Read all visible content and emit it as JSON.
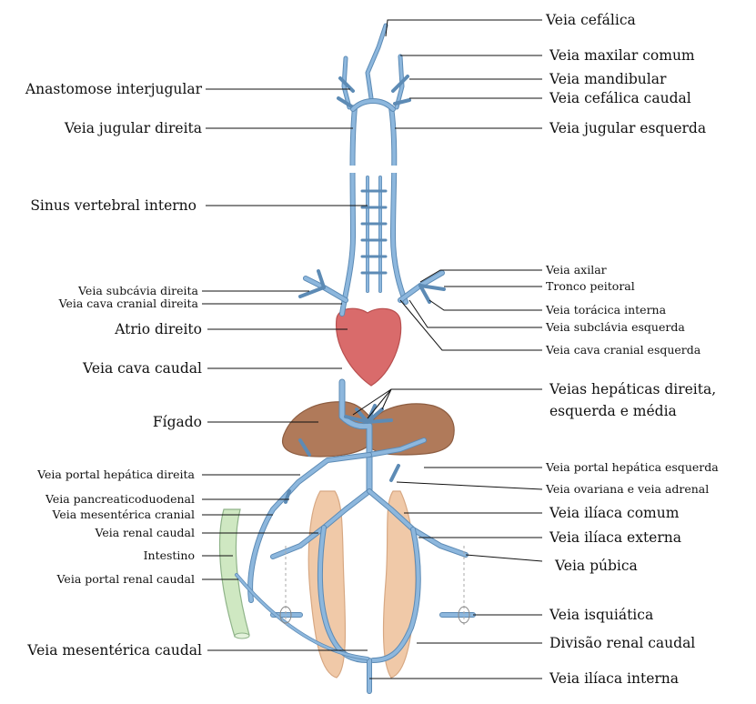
{
  "colors": {
    "vein": "#b9d6ee",
    "vein_outline": "#5d8bb5",
    "heart": "#d96b6b",
    "liver": "#b07a5a",
    "kidney_tract": "#f0c9a8",
    "intestine": "#cfe8c2",
    "leader_line": "#111111"
  },
  "labels_left": [
    {
      "key": "anastomose",
      "text": "Anastomose interjugular"
    },
    {
      "key": "jugular_dir",
      "text": "Veia jugular direita"
    },
    {
      "key": "sinus",
      "text": "Sinus vertebral interno"
    },
    {
      "key": "subclavia_dir",
      "text": "Veia subcávia direita"
    },
    {
      "key": "cava_cranial_dir",
      "text": "Veia cava cranial direita"
    },
    {
      "key": "atrio",
      "text": "Atrio direito"
    },
    {
      "key": "cava_caudal",
      "text": "Veia cava caudal"
    },
    {
      "key": "figado",
      "text": "Fígado"
    },
    {
      "key": "portal_hep_dir",
      "text": "Veia portal hepática direita"
    },
    {
      "key": "pancreatico",
      "text": "Veia pancreaticoduodenal"
    },
    {
      "key": "mesenterica_cran",
      "text": "Veia mesentérica cranial"
    },
    {
      "key": "renal_caudal",
      "text": "Veia renal caudal"
    },
    {
      "key": "intestino",
      "text": "Intestino"
    },
    {
      "key": "portal_renal",
      "text": "Veia portal renal caudal"
    },
    {
      "key": "mesenterica_caud",
      "text": "Veia mesentérica caudal"
    }
  ],
  "labels_right": [
    {
      "key": "cefalica",
      "text": "Veia cefálica"
    },
    {
      "key": "maxilar",
      "text": "Veia maxilar comum"
    },
    {
      "key": "mandibular",
      "text": "Veia mandibular"
    },
    {
      "key": "cefalica_caud",
      "text": "Veia cefálica caudal"
    },
    {
      "key": "jugular_esq",
      "text": "Veia jugular esquerda"
    },
    {
      "key": "axilar",
      "text": "Veia axilar"
    },
    {
      "key": "tronco",
      "text": "Tronco peitoral"
    },
    {
      "key": "toracica",
      "text": "Veia torácica interna"
    },
    {
      "key": "subclavia_esq",
      "text": "Veia subclávia esquerda"
    },
    {
      "key": "cava_cranial_esq",
      "text": "Veia cava cranial esquerda"
    },
    {
      "key": "hepaticas_1",
      "text": "Veias hepáticas direita,"
    },
    {
      "key": "hepaticas_2",
      "text": "esquerda e média"
    },
    {
      "key": "portal_hep_esq",
      "text": "Veia portal hepática esquerda"
    },
    {
      "key": "ovariana",
      "text": "Veia ovariana e veia adrenal"
    },
    {
      "key": "iliaca_comum",
      "text": "Veia ilíaca comum"
    },
    {
      "key": "iliaca_ext",
      "text": "Veia ilíaca externa"
    },
    {
      "key": "pubica",
      "text": "Veia púbica"
    },
    {
      "key": "isquiatica",
      "text": "Veia isquiática"
    },
    {
      "key": "divisao_renal",
      "text": "Divisão renal caudal"
    },
    {
      "key": "iliaca_int",
      "text": "Veia ilíaca interna"
    }
  ]
}
